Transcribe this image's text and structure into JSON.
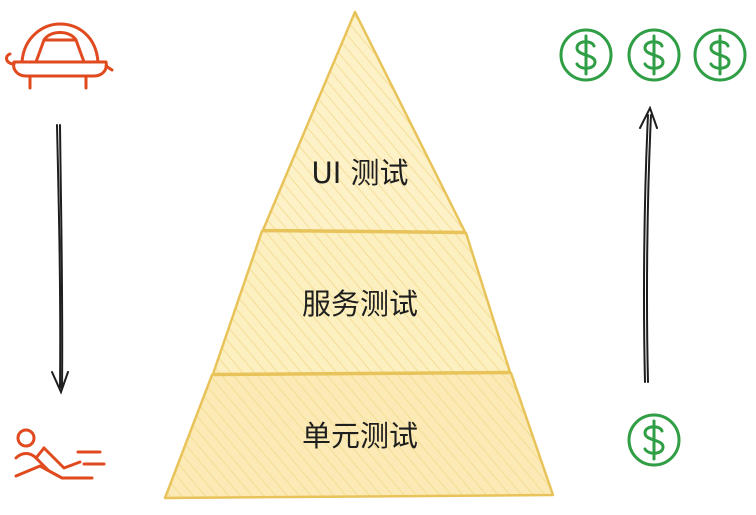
{
  "pyramid": {
    "tiers": [
      {
        "label": "UI 测试"
      },
      {
        "label": "服务测试"
      },
      {
        "label": "单元测试"
      }
    ],
    "fill_colors": {
      "top": "#fdf1c8",
      "middle": "#fcefc0",
      "bottom": "#fbeab6"
    },
    "stroke_color": "#e8c35a",
    "hatch_color": "#f3d98a"
  },
  "left_axis": {
    "top_icon": "turtle-icon",
    "bottom_icon": "running-person-icon",
    "icon_color": "#e04a1e",
    "arrow_direction": "down",
    "arrow_color": "#1e1e1e"
  },
  "right_axis": {
    "top_icons": [
      "dollar-coin-icon",
      "dollar-coin-icon",
      "dollar-coin-icon"
    ],
    "bottom_icons": [
      "dollar-coin-icon"
    ],
    "icon_color": "#2f9e44",
    "arrow_direction": "up",
    "arrow_color": "#1e1e1e"
  }
}
